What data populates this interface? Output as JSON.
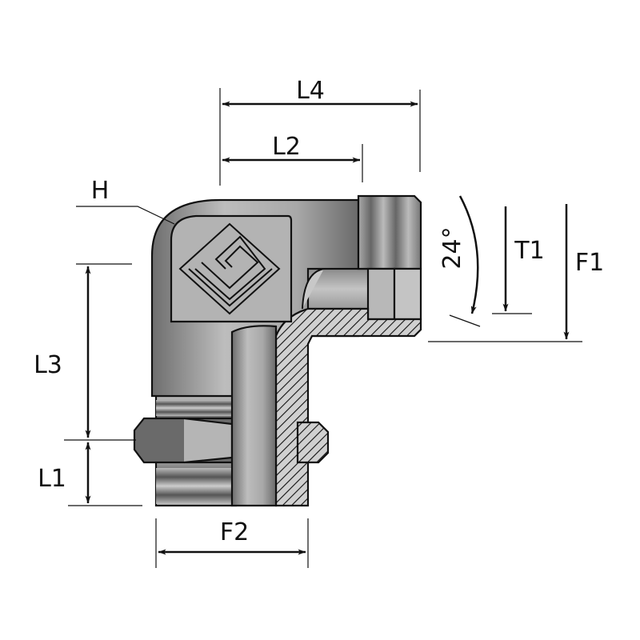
{
  "title": "90° elbow fitting dimension drawing",
  "dimensions": {
    "l4": "L4",
    "l2": "L2",
    "h": "H",
    "l3": "L3",
    "l1": "L1",
    "f2": "F2",
    "angle": "24°",
    "t1": "T1",
    "f1": "F1"
  },
  "colors": {
    "body": "#a9a9a9",
    "dark": "#5e5e5e",
    "line": "#111111"
  }
}
